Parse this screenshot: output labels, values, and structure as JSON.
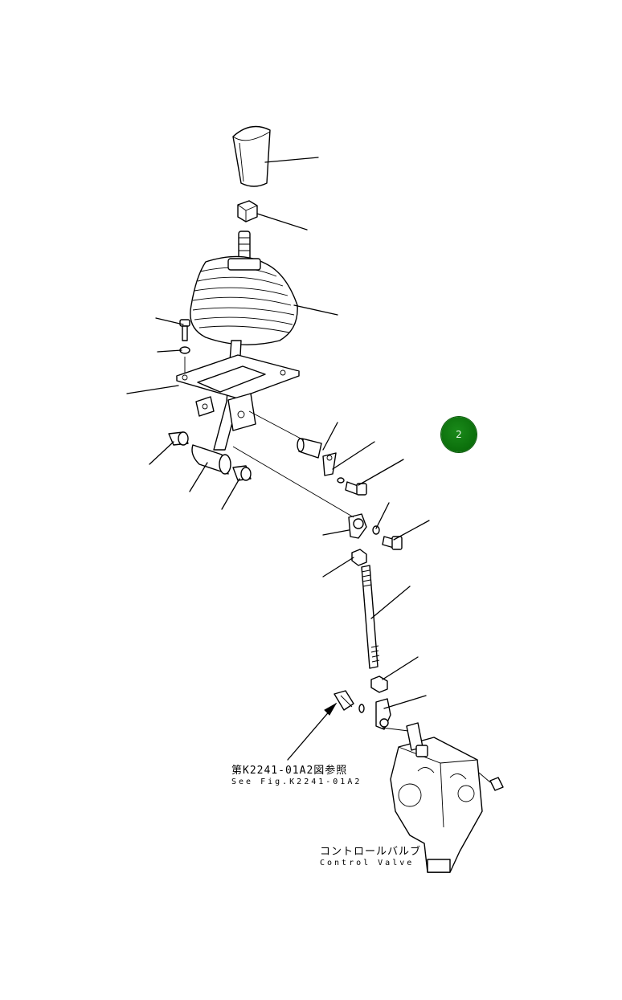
{
  "callout": {
    "number": "2",
    "color": "#0b6e0b"
  },
  "reference": {
    "jp": "第K2241-01A2図参照",
    "en": "See Fig.K2241-01A2"
  },
  "control_valve": {
    "jp": "コントロールバルブ",
    "en": "Control Valve"
  }
}
